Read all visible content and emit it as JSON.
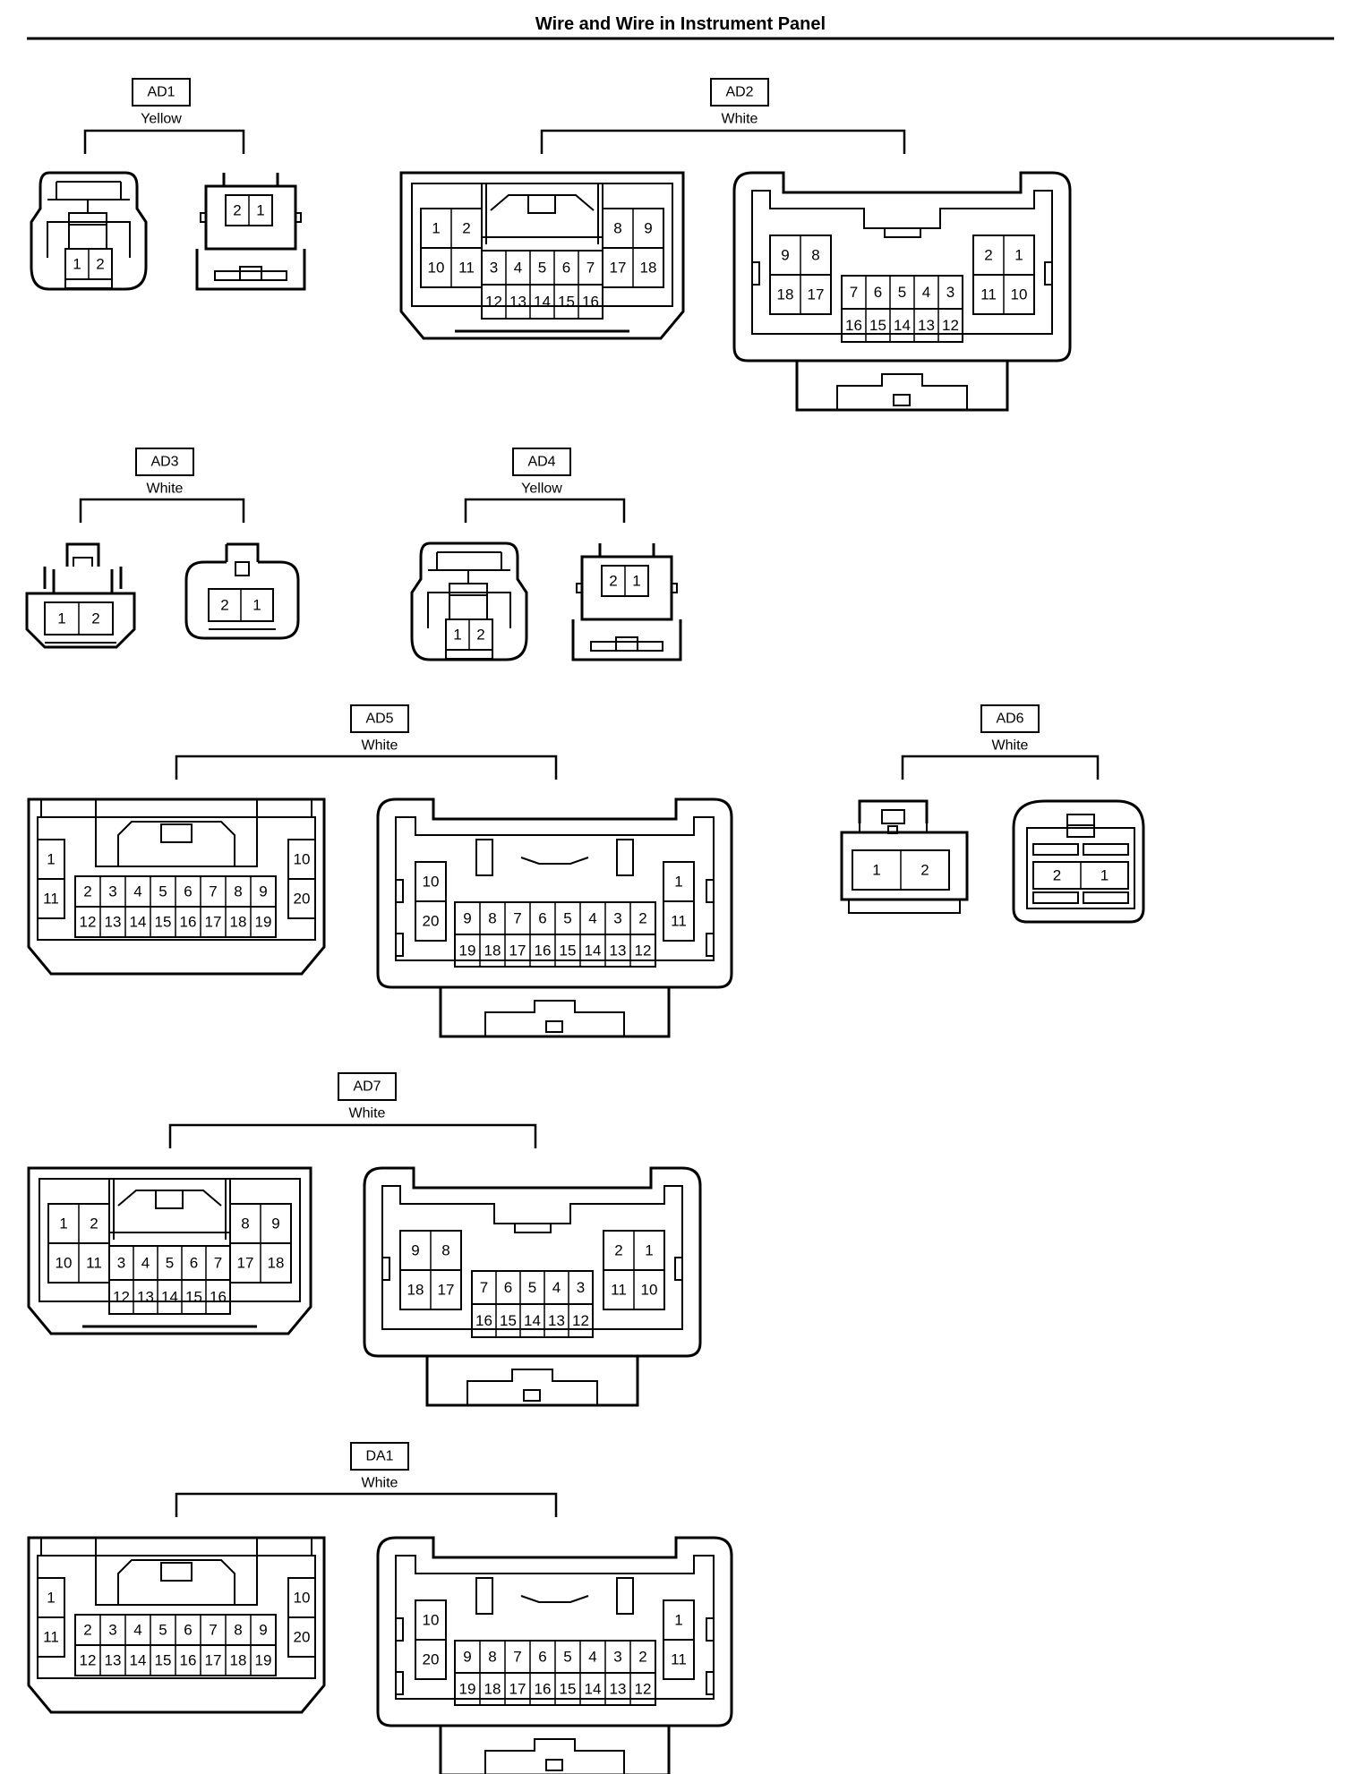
{
  "title": "Wire and Wire in Instrument Panel",
  "colors": {
    "line": "#000000",
    "background": "#ffffff"
  },
  "connectors": [
    {
      "id": "AD1",
      "color": "Yellow",
      "views": [
        {
          "type": "ad1-plug",
          "pin_rows": [
            [
              "1",
              "2"
            ]
          ]
        },
        {
          "type": "ad1-socket",
          "pin_rows": [
            [
              "2",
              "1"
            ]
          ]
        }
      ]
    },
    {
      "id": "AD2",
      "color": "White",
      "views": [
        {
          "type": "wide-plug-18",
          "pin_rows": [
            [
              "1",
              "2"
            ],
            [
              "10",
              "11"
            ],
            [
              "3",
              "4",
              "5",
              "6",
              "7"
            ],
            [
              "12",
              "13",
              "14",
              "15",
              "16"
            ],
            [
              "8",
              "9"
            ],
            [
              "17",
              "18"
            ]
          ]
        },
        {
          "type": "wide-socket-18",
          "pin_rows": [
            [
              "9",
              "8"
            ],
            [
              "18",
              "17"
            ],
            [
              "7",
              "6",
              "5",
              "4",
              "3"
            ],
            [
              "16",
              "15",
              "14",
              "13",
              "12"
            ],
            [
              "2",
              "1"
            ],
            [
              "11",
              "10"
            ]
          ]
        }
      ]
    },
    {
      "id": "AD3",
      "color": "White",
      "views": [
        {
          "type": "ad3-plug",
          "pin_rows": [
            [
              "1",
              "2"
            ]
          ]
        },
        {
          "type": "ad3-socket",
          "pin_rows": [
            [
              "2",
              "1"
            ]
          ]
        }
      ]
    },
    {
      "id": "AD4",
      "color": "Yellow",
      "views": [
        {
          "type": "ad1-plug",
          "pin_rows": [
            [
              "1",
              "2"
            ]
          ]
        },
        {
          "type": "ad1-socket",
          "pin_rows": [
            [
              "2",
              "1"
            ]
          ]
        }
      ]
    },
    {
      "id": "AD5",
      "color": "White",
      "views": [
        {
          "type": "wide-plug-20",
          "pin_rows": [
            [
              "1"
            ],
            [
              "11"
            ],
            [
              "2",
              "3",
              "4",
              "5",
              "6",
              "7",
              "8",
              "9"
            ],
            [
              "12",
              "13",
              "14",
              "15",
              "16",
              "17",
              "18",
              "19"
            ],
            [
              "10"
            ],
            [
              "20"
            ]
          ]
        },
        {
          "type": "wide-socket-20",
          "pin_rows": [
            [
              "10"
            ],
            [
              "20"
            ],
            [
              "9",
              "8",
              "7",
              "6",
              "5",
              "4",
              "3",
              "2"
            ],
            [
              "19",
              "18",
              "17",
              "16",
              "15",
              "14",
              "13",
              "12"
            ],
            [
              "1"
            ],
            [
              "11"
            ]
          ]
        }
      ]
    },
    {
      "id": "AD6",
      "color": "White",
      "views": [
        {
          "type": "ad6-plug",
          "pin_rows": [
            [
              "1",
              "2"
            ]
          ]
        },
        {
          "type": "ad6-socket",
          "pin_rows": [
            [
              "2",
              "1"
            ]
          ]
        }
      ]
    },
    {
      "id": "AD7",
      "color": "White",
      "views": [
        {
          "type": "wide-plug-18",
          "pin_rows": [
            [
              "1",
              "2"
            ],
            [
              "10",
              "11"
            ],
            [
              "3",
              "4",
              "5",
              "6",
              "7"
            ],
            [
              "12",
              "13",
              "14",
              "15",
              "16"
            ],
            [
              "8",
              "9"
            ],
            [
              "17",
              "18"
            ]
          ]
        },
        {
          "type": "wide-socket-18",
          "pin_rows": [
            [
              "9",
              "8"
            ],
            [
              "18",
              "17"
            ],
            [
              "7",
              "6",
              "5",
              "4",
              "3"
            ],
            [
              "16",
              "15",
              "14",
              "13",
              "12"
            ],
            [
              "2",
              "1"
            ],
            [
              "11",
              "10"
            ]
          ]
        }
      ]
    },
    {
      "id": "DA1",
      "color": "White",
      "views": [
        {
          "type": "wide-plug-20",
          "pin_rows": [
            [
              "1"
            ],
            [
              "11"
            ],
            [
              "2",
              "3",
              "4",
              "5",
              "6",
              "7",
              "8",
              "9"
            ],
            [
              "12",
              "13",
              "14",
              "15",
              "16",
              "17",
              "18",
              "19"
            ],
            [
              "10"
            ],
            [
              "20"
            ]
          ]
        },
        {
          "type": "wide-socket-20",
          "pin_rows": [
            [
              "10"
            ],
            [
              "20"
            ],
            [
              "9",
              "8",
              "7",
              "6",
              "5",
              "4",
              "3",
              "2"
            ],
            [
              "19",
              "18",
              "17",
              "16",
              "15",
              "14",
              "13",
              "12"
            ],
            [
              "1"
            ],
            [
              "11"
            ]
          ]
        }
      ]
    }
  ]
}
